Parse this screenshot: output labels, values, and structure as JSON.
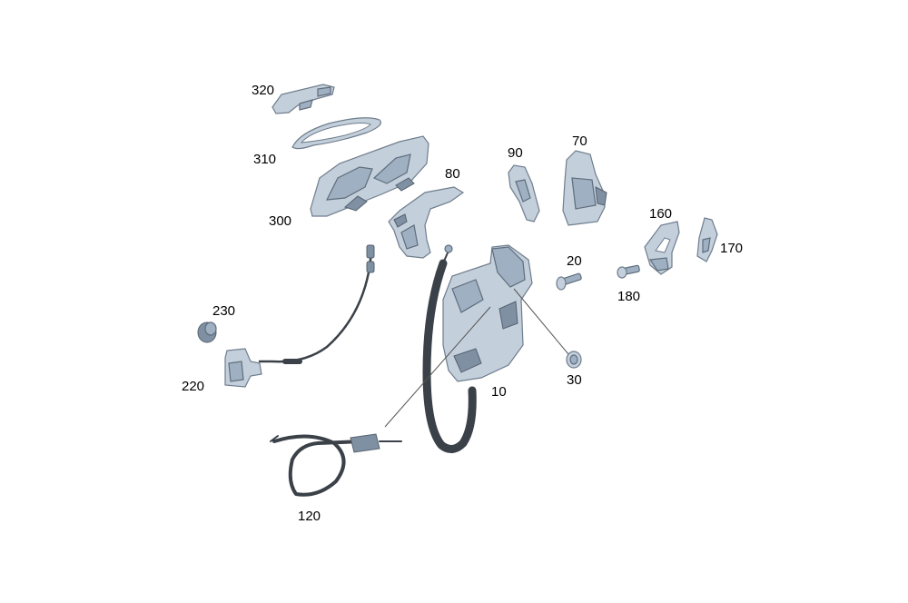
{
  "callouts": {
    "c10": "10",
    "c20": "20",
    "c30": "30",
    "c70": "70",
    "c80": "80",
    "c90": "90",
    "c120": "120",
    "c160": "160",
    "c170": "170",
    "c180": "180",
    "c220": "220",
    "c230": "230",
    "c300": "300",
    "c310": "310",
    "c320": "320"
  },
  "colors": {
    "part_fill": "#c3cfdb",
    "part_shadow": "#9fb0c2",
    "part_outline": "#6f7d8c",
    "cable": "#3b4148"
  }
}
